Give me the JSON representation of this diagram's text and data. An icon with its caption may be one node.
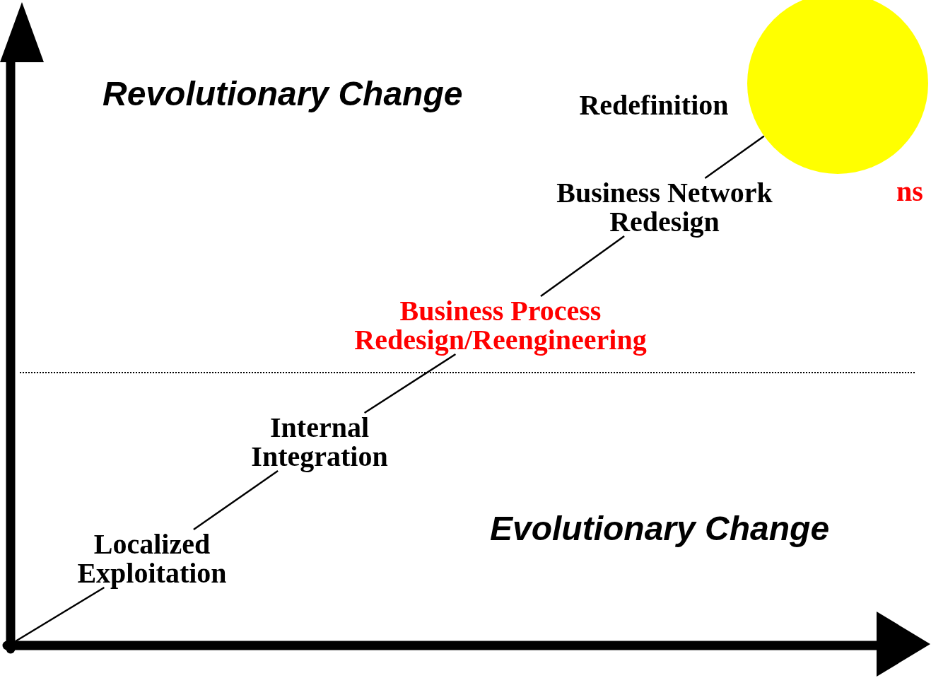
{
  "diagram": {
    "nodes": [
      {
        "text": [
          "Redefinition"
        ]
      },
      {
        "text": [],
        "shape": "circle"
      },
      {
        "text": [
          "Business Network Redesign"
        ]
      },
      {
        "text": [
          "Business Process Redesign/Reengineering"
        ]
      },
      {
        "text": [
          "Internal Integration"
        ]
      },
      {
        "text": [
          "Localized Exploitation"
        ]
      }
    ],
    "edges": [
      {
        "from": null,
        "to": 5,
        "arrow": "none"
      },
      {
        "from": 5,
        "to": 4,
        "arrow": "none"
      },
      {
        "from": 4,
        "to": 3,
        "arrow": "none"
      },
      {
        "from": 3,
        "to": 2,
        "arrow": "none"
      },
      {
        "from": 2,
        "to": 1,
        "arrow": "none"
      }
    ],
    "labels": [
      "Revolutionary Change",
      "ns",
      "Evolutionary Change"
    ]
  }
}
